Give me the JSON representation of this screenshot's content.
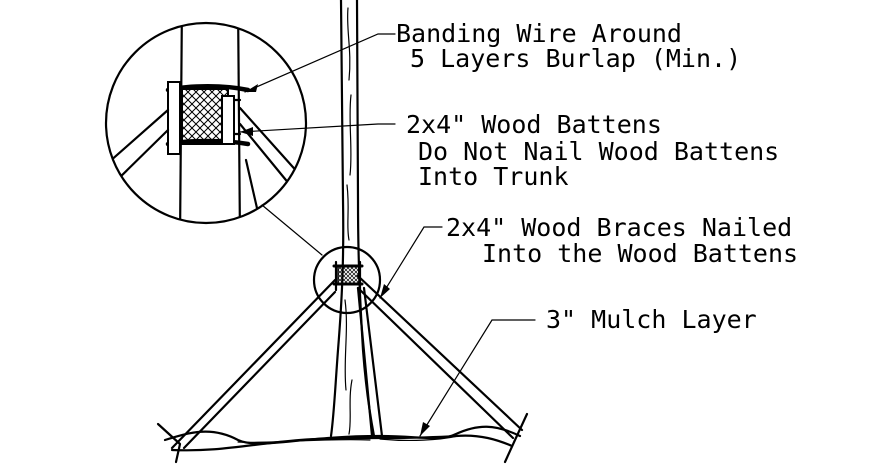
{
  "labels": {
    "banding_line1": "Banding Wire Around",
    "banding_line2": "5 Layers Burlap (Min.)",
    "battens_line1": "2x4\" Wood Battens",
    "battens_line2": "Do Not Nail Wood Battens",
    "battens_line3": "Into Trunk",
    "braces_line1": "2x4\" Wood Braces Nailed",
    "braces_line2": "Into the Wood Battens",
    "mulch": "3\" Mulch Layer"
  }
}
